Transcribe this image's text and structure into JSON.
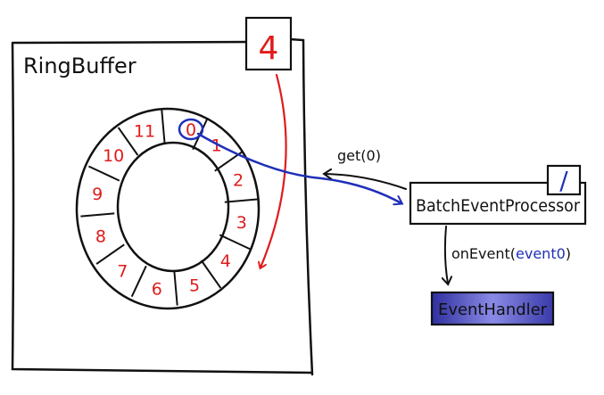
{
  "ring_buffer": {
    "title": "RingBuffer",
    "sequence": "4",
    "slots": [
      "0",
      "1",
      "2",
      "3",
      "4",
      "5",
      "6",
      "7",
      "8",
      "9",
      "10",
      "11"
    ]
  },
  "processor": {
    "label": "BatchEventProcessor",
    "sequence": "/"
  },
  "calls": {
    "get": "get(0)",
    "on_event_prefix": "onEvent(",
    "on_event_arg": "event0",
    "on_event_suffix": ")"
  },
  "handler": {
    "label": "EventHandler"
  },
  "colors": {
    "ink": "#111111",
    "slot_number": "#e01b1b",
    "sequence_arrow": "#e01b1b",
    "pointer": "#1f2fb8",
    "event_arg": "#1f2fb8",
    "handler_fill": "#6f6fd6"
  }
}
